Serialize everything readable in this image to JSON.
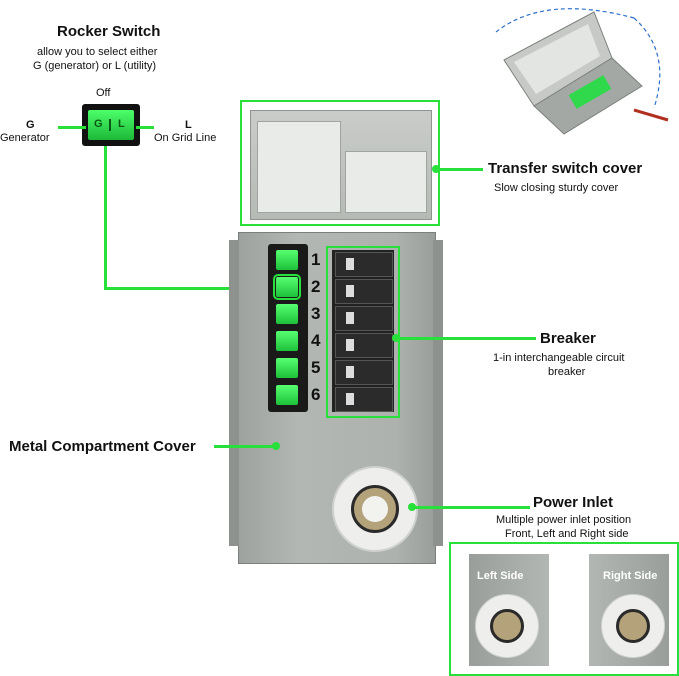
{
  "rocker": {
    "title": "Rocker Switch",
    "desc_line1": "allow you to select either",
    "desc_line2": "G (generator) or L (utility)",
    "off_label": "Off",
    "g_letter": "G",
    "g_label": "Generator",
    "l_letter": "L",
    "l_label": "On Grid Line",
    "switch_g": "G",
    "switch_l": "L"
  },
  "cover": {
    "title": "Transfer switch cover",
    "desc": "Slow closing sturdy cover"
  },
  "breaker": {
    "title": "Breaker",
    "desc_line1": "1-in interchangeable circuit",
    "desc_line2": "breaker",
    "numbers": [
      "1",
      "2",
      "3",
      "4",
      "5",
      "6"
    ]
  },
  "metal": {
    "title": "Metal Compartment Cover"
  },
  "inlet": {
    "title": "Power Inlet",
    "desc_line1": "Multiple power inlet position",
    "desc_line2": "Front, Left and Right side",
    "left_label": "Left Side",
    "right_label": "Right Side"
  },
  "colors": {
    "accent": "#27e03a",
    "panel": "#a9ada9",
    "panel_dark": "#8f938f"
  }
}
